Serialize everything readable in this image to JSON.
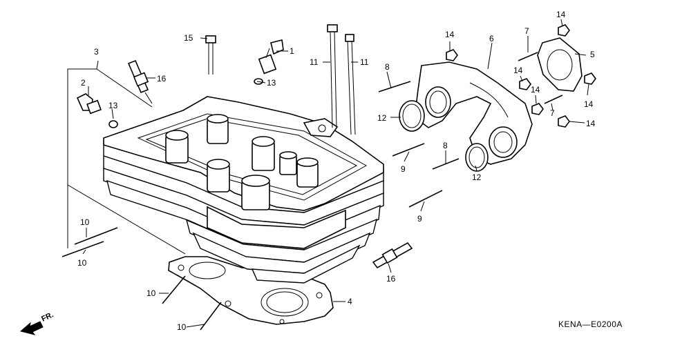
{
  "labels": {
    "p1": "1",
    "p2": "2",
    "p3": "3",
    "p4": "4",
    "p5": "5",
    "p6": "6",
    "p7a": "7",
    "p7b": "7",
    "p8a": "8",
    "p8b": "8",
    "p9a": "9",
    "p9b": "9",
    "p10a": "10",
    "p10b": "10",
    "p10c": "10",
    "p10d": "10",
    "p11a": "11",
    "p11b": "11",
    "p12a": "12",
    "p12b": "12",
    "p13a": "13",
    "p13b": "13",
    "p14a": "14",
    "p14b": "14",
    "p14c": "14",
    "p14d": "14",
    "p14e": "14",
    "p14f": "14",
    "p15": "15",
    "p16a": "16",
    "p16b": "16"
  },
  "direction": "FR.",
  "diagram_code": "KENA—E0200A",
  "colors": {
    "ink": "#000000",
    "paper": "#ffffff"
  }
}
